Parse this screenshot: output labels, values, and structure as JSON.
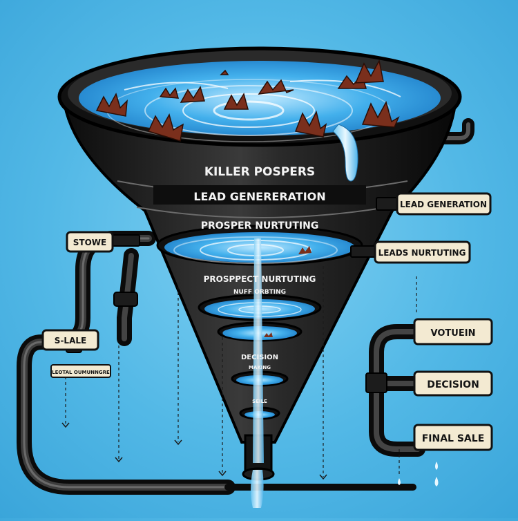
{
  "funnel": {
    "stage_labels": [
      "KILLER POSPERS",
      "LEAD GENERERATION",
      "PROSPER NURTUTING",
      "PROSPPECT NURTUTING",
      "NUFF ORBTING",
      "DECISION",
      "MAKING",
      "SEILE"
    ]
  },
  "tags": {
    "left": [
      "STOWE",
      "S-LALE",
      "LEOTAL OUMUNNGRE"
    ],
    "right": [
      "LEAD GENERATION",
      "LEADS NURTUTING",
      "VOTUEIN",
      "DECISION",
      "FINAL SALE"
    ]
  },
  "colors": {
    "background": "#52b8e6",
    "funnel_body": "#1b1b1b",
    "water": "#2f9fe0",
    "tag_fill": "#f3ead2",
    "leaves": "#7a2f1c"
  }
}
